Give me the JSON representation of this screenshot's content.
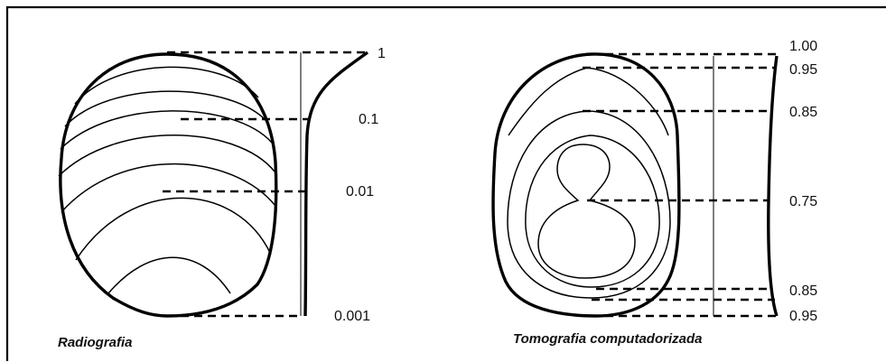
{
  "radiografia": {
    "caption": "Radiografia",
    "scale_labels": [
      "1",
      "0.1",
      "0.01",
      "0.001"
    ]
  },
  "tomografia": {
    "caption": "Tomografia computadorizada",
    "scale_labels": [
      "1.00",
      "0.95",
      "0.85",
      "0.75",
      "0.85",
      "0.95"
    ]
  }
}
